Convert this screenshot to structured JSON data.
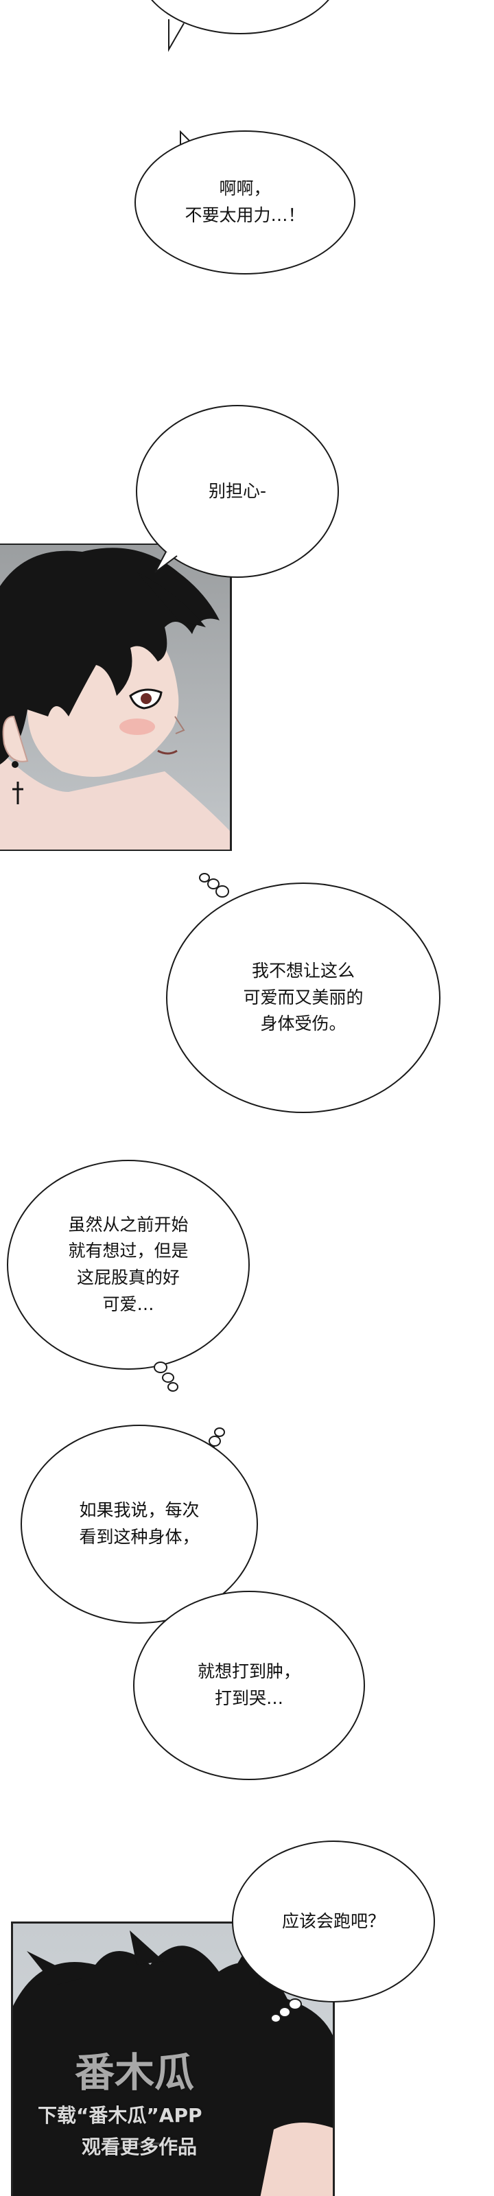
{
  "bubbles": {
    "b1": "",
    "b2": "啊啊，\n不要太用力…！",
    "b3": "别担心-",
    "b4": "我不想让这么\n可爱而又美丽的\n身体受伤。",
    "b5": "虽然从之前开始\n就有想过，但是\n这屁股真的好\n可爱…",
    "b6": "如果我说，每次\n看到这种身体，",
    "b7": "就想打到肿，\n打到哭…",
    "b8": "应该会跑吧？"
  },
  "watermark": {
    "brand": "番木瓜",
    "line1": "下载“番木瓜”APP",
    "line2": "观看更多作品"
  },
  "colors": {
    "panel_bg_1": "#9a9d9f",
    "panel_bg_2": "#c9cdd0",
    "hair": "#151515",
    "skin": "#f2d6cc"
  }
}
